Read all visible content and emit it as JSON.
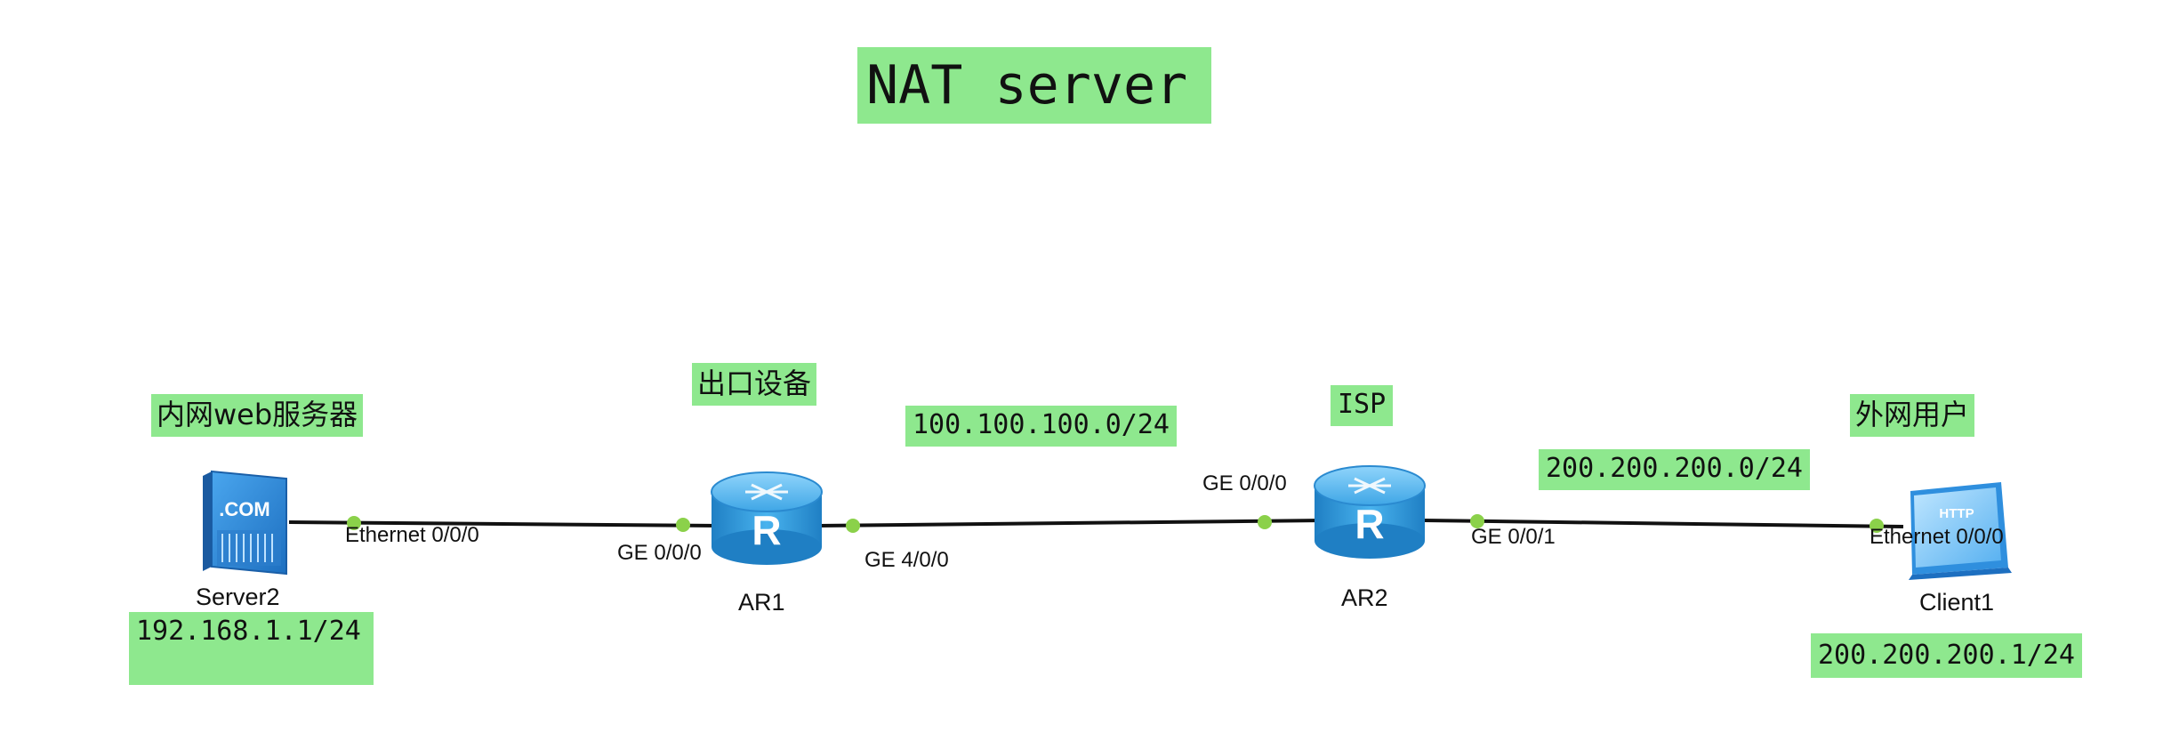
{
  "title": "NAT server",
  "devices": {
    "server": {
      "name": "Server2",
      "role_label": "内网web服务器",
      "ip": "192.168.1.1/24",
      "icon": "server-icon",
      "icon_text": ".COM"
    },
    "ar1": {
      "name": "AR1",
      "role_label": "出口设备",
      "icon": "router-icon",
      "icon_text": "R"
    },
    "ar2": {
      "name": "AR2",
      "role_label": "ISP",
      "icon": "router-icon",
      "icon_text": "R"
    },
    "client": {
      "name": "Client1",
      "role_label": "外网用户",
      "ip": "200.200.200.1/24",
      "icon": "client-icon",
      "icon_text": "HTTP"
    }
  },
  "networks": {
    "ar1_ar2": "100.100.100.0/24",
    "ar2_client": "200.200.200.0/24"
  },
  "ports": {
    "server_eth": "Ethernet 0/0/0",
    "ar1_ge000": "GE 0/0/0",
    "ar1_ge400": "GE 4/0/0",
    "ar2_ge000": "GE 0/0/0",
    "ar2_ge001": "GE 0/0/1",
    "client_eth": "Ethernet 0/0/0"
  },
  "colors": {
    "note_bg": "#8ee88e",
    "link": "#111111",
    "port_dot": "#8bd14a",
    "router_blue": "#2f9be0",
    "server_blue": "#2a86d8"
  }
}
